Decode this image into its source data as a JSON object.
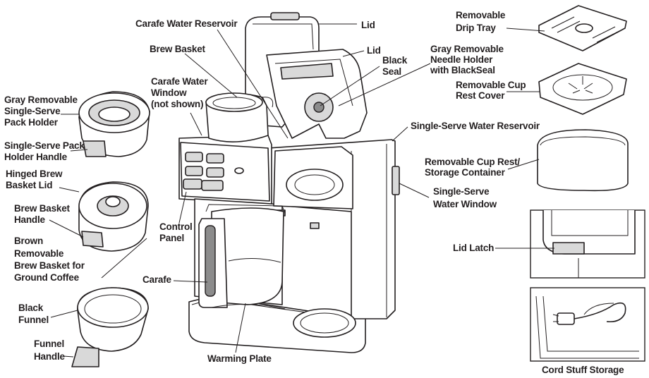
{
  "labels": {
    "carafe_water_reservoir": "Carafe Water Reservoir",
    "lid_top": "Lid",
    "lid_single": "Lid",
    "black_seal": [
      "Black",
      "Seal"
    ],
    "brew_basket": "Brew Basket",
    "carafe_water_window": [
      "Carafe Water",
      "Window",
      "(not shown)"
    ],
    "gray_pack_holder": [
      "Gray Removable",
      "Single-Serve",
      "Pack Holder"
    ],
    "pack_holder_handle": [
      "Single-Serve Pack",
      "Holder Handle"
    ],
    "hinged_lid": [
      "Hinged Brew",
      "Basket Lid"
    ],
    "brew_basket_handle": [
      "Brew Basket",
      "Handle"
    ],
    "brown_basket": [
      "Brown",
      "Removable",
      "Brew Basket for",
      "Ground Coffee"
    ],
    "control_panel": [
      "Control",
      "Panel"
    ],
    "carafe": "Carafe",
    "black_funnel": [
      "Black",
      "Funnel"
    ],
    "funnel_handle": [
      "Funnel",
      "Handle"
    ],
    "warming_plate": "Warming Plate",
    "drip_tray": [
      "Removable",
      "Drip Tray"
    ],
    "needle_holder": [
      "Gray Removable",
      "Needle Holder",
      "with BlackSeal"
    ],
    "cup_rest_cover": [
      "Removable Cup",
      "Rest Cover"
    ],
    "single_serve_reservoir": "Single-Serve Water Reservoir",
    "cup_rest_container": [
      "Removable Cup Rest/",
      "Storage Container"
    ],
    "single_serve_window": [
      "Single-Serve",
      "Water Window"
    ],
    "lid_latch": "Lid Latch",
    "cord_storage": "Cord Stuff Storage"
  }
}
